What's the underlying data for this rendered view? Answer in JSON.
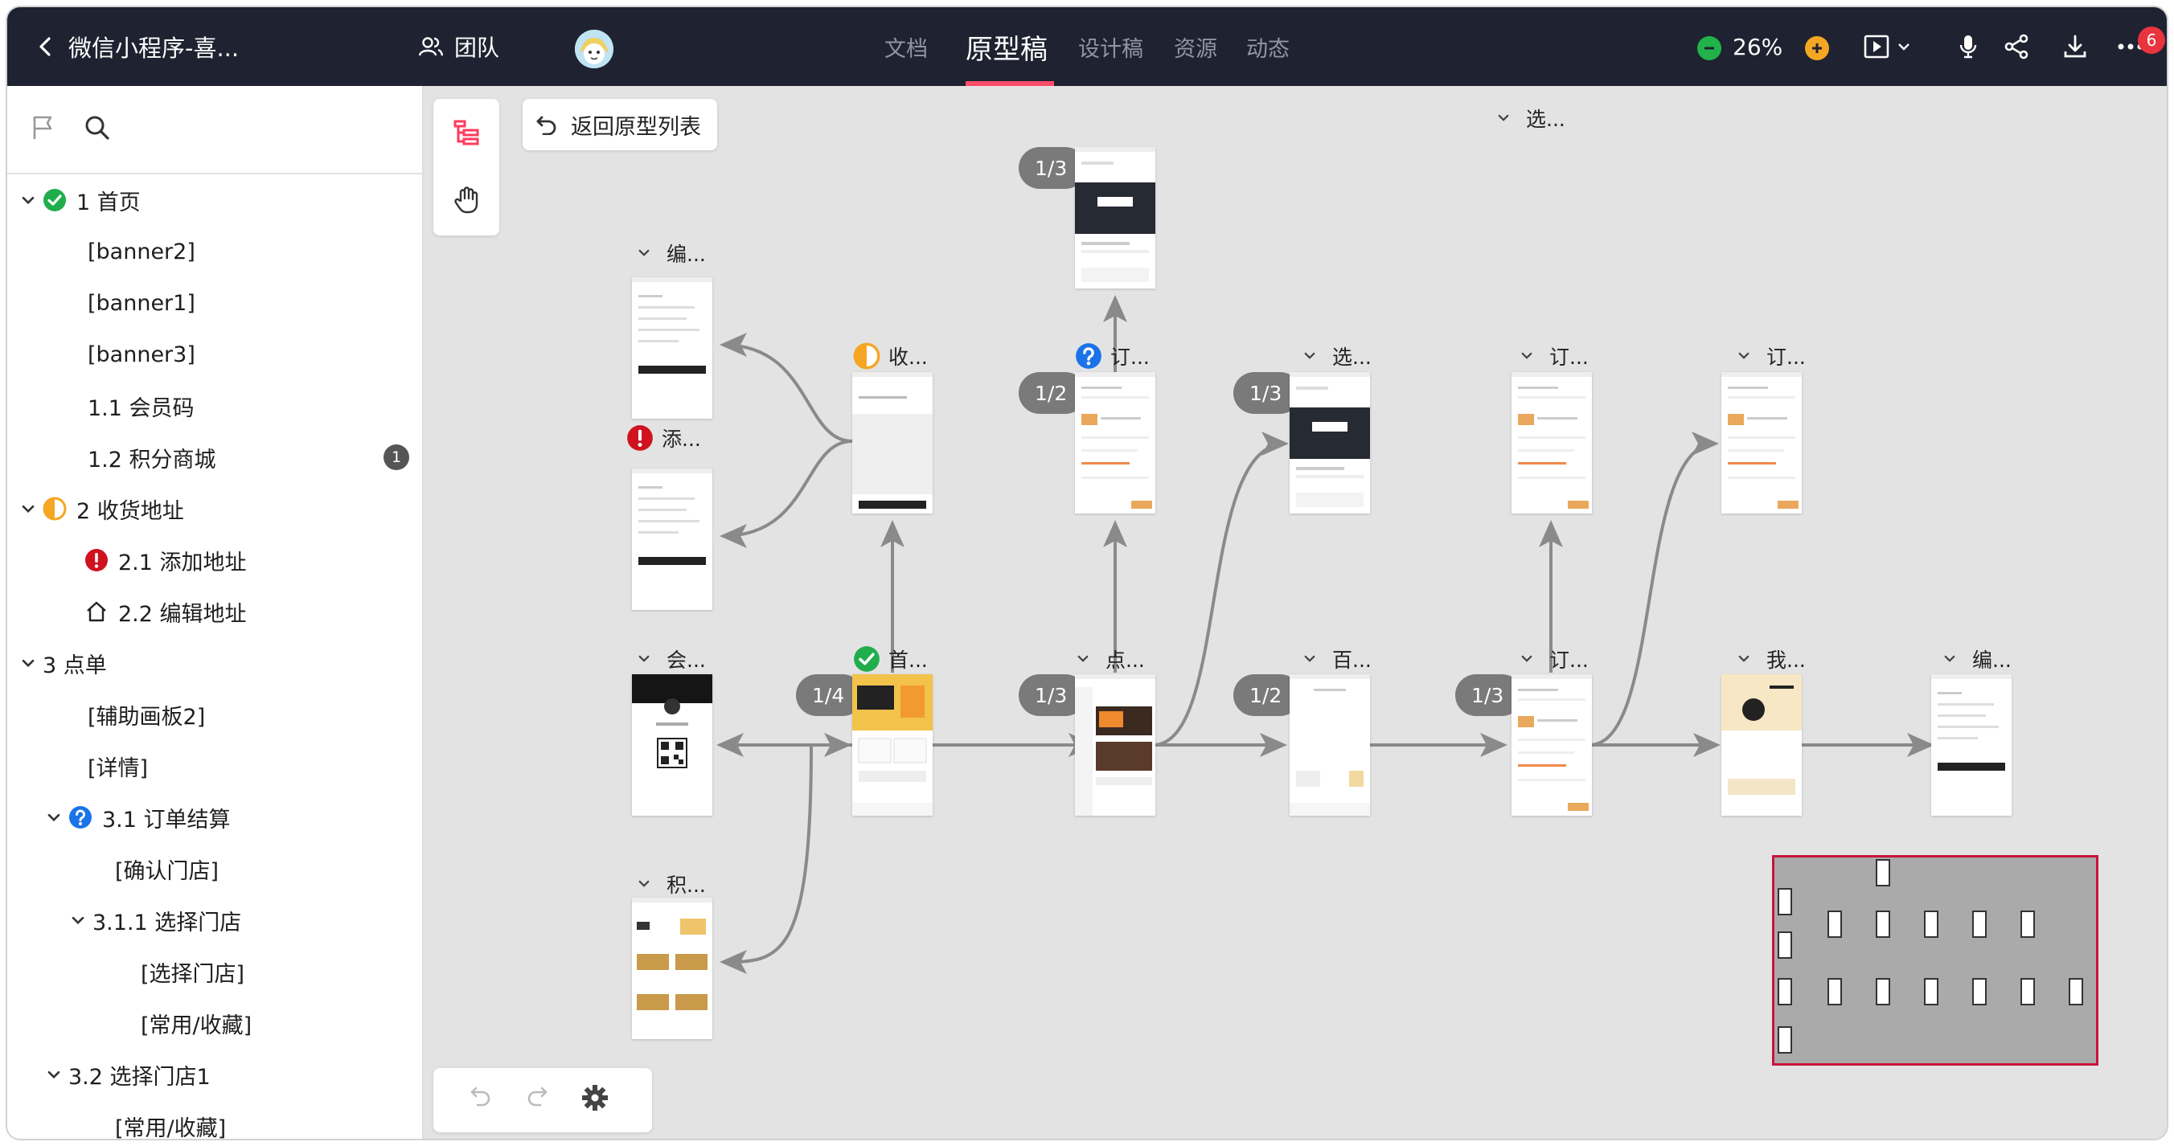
{
  "header": {
    "project_title": "微信小程序-喜...",
    "team_label": "团队",
    "tabs": [
      {
        "label": "文档",
        "active": false
      },
      {
        "label": "原型稿",
        "active": true
      },
      {
        "label": "设计稿",
        "active": false
      },
      {
        "label": "资源",
        "active": false
      },
      {
        "label": "动态",
        "active": false
      }
    ],
    "zoom": "26%",
    "notification_count": "6",
    "accent_color": "#ff4d6a"
  },
  "sidebar": {
    "tree": [
      {
        "label": "1 首页",
        "status": "done",
        "expandable": true
      },
      {
        "label": "[banner2]"
      },
      {
        "label": "[banner1]"
      },
      {
        "label": "[banner3]"
      },
      {
        "label": "1.1 会员码"
      },
      {
        "label": "1.2 积分商城",
        "badge": "1"
      },
      {
        "label": "2 收货地址",
        "status": "half",
        "expandable": true
      },
      {
        "label": "2.1 添加地址",
        "status": "error"
      },
      {
        "label": "2.2 编辑地址",
        "status": "home"
      },
      {
        "label": "3 点单",
        "expandable": true
      },
      {
        "label": "[辅助画板2]"
      },
      {
        "label": "[详情]"
      },
      {
        "label": "3.1 订单结算",
        "status": "question",
        "expandable": true
      },
      {
        "label": "[确认门店]"
      },
      {
        "label": "3.1.1 选择门店",
        "expandable": true
      },
      {
        "label": "[选择门店]"
      },
      {
        "label": "[常用/收藏]"
      },
      {
        "label": "3.2 选择门店1",
        "expandable": true
      },
      {
        "label": "[常用/收藏]"
      }
    ]
  },
  "canvas": {
    "back_to_list": "返回原型列表",
    "pages": [
      {
        "label": "选...",
        "status": "",
        "pager": "1/3"
      },
      {
        "label": "编...",
        "status": "",
        "pager": ""
      },
      {
        "label": "收...",
        "status": "half",
        "pager": ""
      },
      {
        "label": "订...",
        "status": "question",
        "pager": "1/2"
      },
      {
        "label": "选...",
        "status": "",
        "pager": "1/3"
      },
      {
        "label": "订...",
        "status": "",
        "pager": ""
      },
      {
        "label": "订...",
        "status": "",
        "pager": ""
      },
      {
        "label": "添...",
        "status": "error",
        "pager": ""
      },
      {
        "label": "会...",
        "status": "",
        "pager": ""
      },
      {
        "label": "首...",
        "status": "done",
        "pager": "1/4"
      },
      {
        "label": "点...",
        "status": "",
        "pager": "1/3"
      },
      {
        "label": "百...",
        "status": "",
        "pager": "1/2"
      },
      {
        "label": "订...",
        "status": "",
        "pager": "1/3"
      },
      {
        "label": "我...",
        "status": "",
        "pager": ""
      },
      {
        "label": "编...",
        "status": "",
        "pager": ""
      },
      {
        "label": "积...",
        "status": "",
        "pager": ""
      }
    ]
  }
}
